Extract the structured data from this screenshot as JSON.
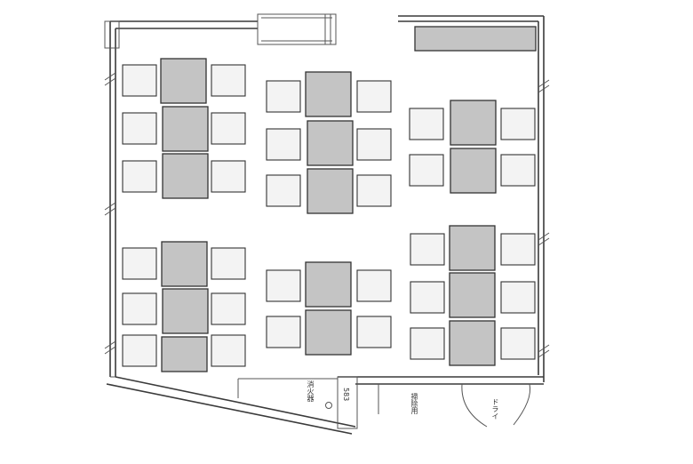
{
  "plan": {
    "labels": {
      "extinguisher": "消火器",
      "mark": "583",
      "cleaning": "掃除用",
      "dry": "ドライ"
    },
    "colors": {
      "table": "#c4c4c4",
      "chair": "#f3f3f3",
      "wall": "#3a3a3a",
      "background": "#ffffff"
    }
  }
}
